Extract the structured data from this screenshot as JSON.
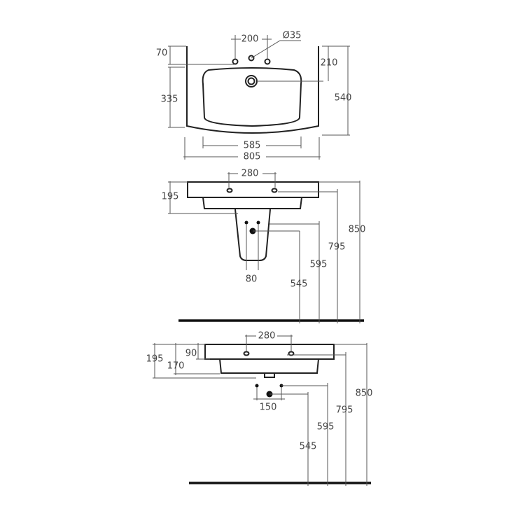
{
  "top_view": {
    "tap_spacing": "200",
    "hole_diameter": "Ø35",
    "tap_hole_offset": "70",
    "bowl_depth": "335",
    "drain_offset": "210",
    "depth": "540",
    "bowl_width": "585",
    "width": "805"
  },
  "pedestal_view": {
    "tap_spacing": "280",
    "basin_height": "195",
    "waste_spacing": "80",
    "waste_height": "545",
    "supply_height": "595",
    "tap_height": "795",
    "rim_height": "850"
  },
  "wall_hung_view": {
    "tap_spacing": "280",
    "rim_thickness": "90",
    "bowl_height": "170",
    "basin_height": "195",
    "supply_spacing": "150",
    "waste_height": "545",
    "supply_height": "595",
    "tap_height": "795",
    "rim_height": "850"
  }
}
